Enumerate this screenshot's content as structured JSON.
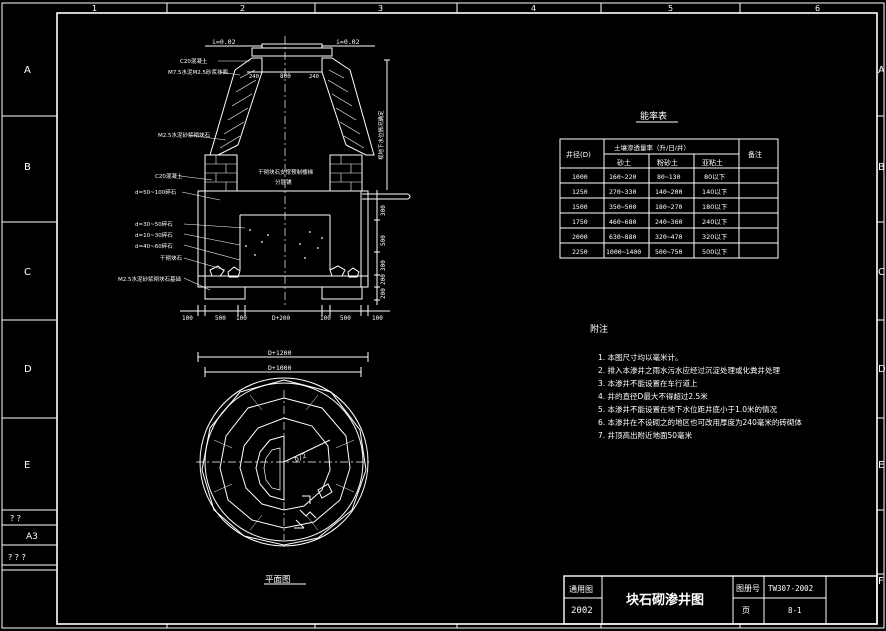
{
  "frame": {
    "col_labels": [
      "1",
      "2",
      "3",
      "4",
      "5",
      "6"
    ],
    "row_labels": [
      "A",
      "B",
      "C",
      "D",
      "E",
      "F"
    ]
  },
  "side_block": {
    "line1": "?  ?",
    "line2": "A3",
    "line3": "? ? ?"
  },
  "section_view": {
    "slope_left": "i=0.02",
    "slope_right": "i=0.02",
    "top_dims": [
      "240",
      "800",
      "240"
    ],
    "callouts": [
      "C20混凝土",
      "M7.5水泥M2.5砂浆抹面",
      "M2.5水泥砂浆砌块石",
      "C20混凝土",
      "d=50~100碎石",
      "d=30~50碎石",
      "d=10~30碎石",
      "d=40~60碎石",
      "干砌块石",
      "M2.5水泥砂浆砌块石基础"
    ],
    "inner_note_line1": "干砌块石支撑预制楼梯",
    "inner_note_line2": "分层铺",
    "right_vertical_note": "视地下水位情况确定",
    "right_dims": [
      "300",
      "500",
      "300",
      "200",
      "200"
    ],
    "bottom_dims": [
      "100",
      "500",
      "100",
      "D+200",
      "100",
      "500",
      "100"
    ]
  },
  "plan_view": {
    "dim_outer": "D+1200",
    "dim_inner": "D+1000",
    "radius_label": "D/2",
    "caption": "平面图"
  },
  "capacity_table": {
    "title": "能率表",
    "header_col1": "井径(D)",
    "header_group": "土壤渗透量率（升/日/井）",
    "sub_headers": [
      "砂土",
      "粉砂土",
      "亚粘土"
    ],
    "header_note": "备注",
    "rows": [
      [
        "1000",
        "160~220",
        "80~130",
        "80以下"
      ],
      [
        "1250",
        "270~330",
        "140~200",
        "140以下"
      ],
      [
        "1500",
        "350~500",
        "180~270",
        "180以下"
      ],
      [
        "1750",
        "460~680",
        "240~360",
        "240以下"
      ],
      [
        "2000",
        "630~880",
        "320~470",
        "320以下"
      ],
      [
        "2250",
        "1000~1400",
        "500~750",
        "500以下"
      ]
    ]
  },
  "notes": {
    "heading": "附注",
    "items": [
      "1. 本图尺寸均以毫米计。",
      "2. 排入本渗井之雨水污水应经过沉淀处理或化粪井处理",
      "3. 本渗井不能设置在车行道上",
      "4. 井的直径D最大不得超过2.5米",
      "5. 本渗井不能设置在地下水位距井底小于1.0米的情况",
      "6. 本渗井在不设砌之的地区也可改用厚度为240毫米的砖砌体",
      "7. 井顶高出附近地面50毫米"
    ]
  },
  "title_block": {
    "label_general": "通用图",
    "year": "2002",
    "drawing_title": "块石砌渗井图",
    "label_set_no": "图册号",
    "set_no": "TW307-2002",
    "label_page": "页",
    "page_no": "8-1"
  }
}
